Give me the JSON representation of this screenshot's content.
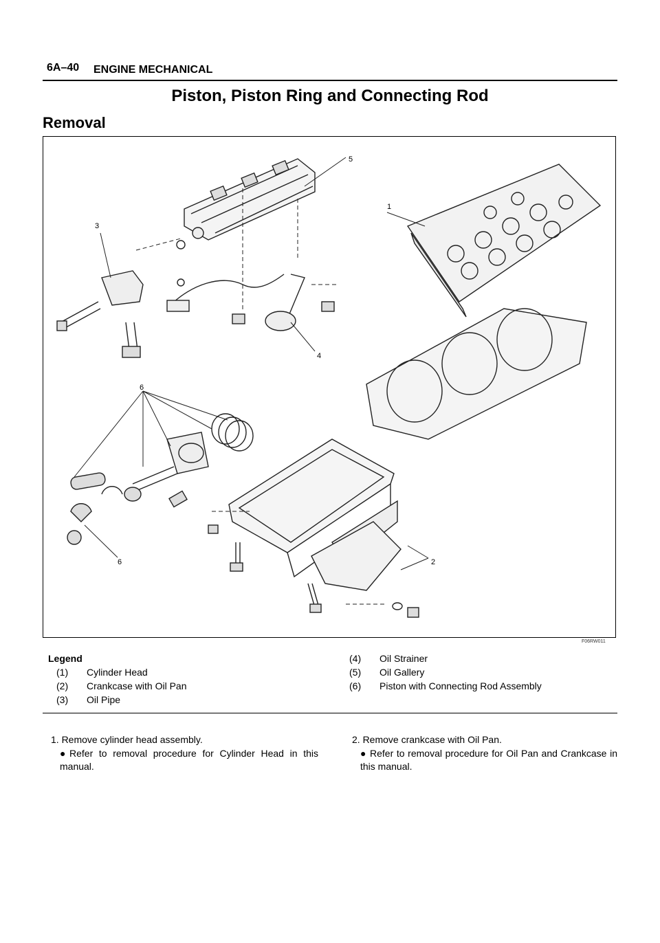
{
  "header": {
    "page_number": "6A–40",
    "section": "ENGINE MECHANICAL"
  },
  "title": "Piston, Piston Ring and Connecting Rod",
  "subtitle": "Removal",
  "figure": {
    "code": "F06RW011",
    "callouts": [
      "5",
      "1",
      "3",
      "4",
      "6",
      "6",
      "2"
    ]
  },
  "legend": {
    "heading": "Legend",
    "items": [
      {
        "num": "(1)",
        "label": "Cylinder Head"
      },
      {
        "num": "(2)",
        "label": "Crankcase with Oil Pan"
      },
      {
        "num": "(3)",
        "label": "Oil Pipe"
      },
      {
        "num": "(4)",
        "label": "Oil Strainer"
      },
      {
        "num": "(5)",
        "label": "Oil Gallery"
      },
      {
        "num": "(6)",
        "label": "Piston with Connecting Rod Assembly"
      }
    ]
  },
  "steps": [
    {
      "text": "1. Remove cylinder head assembly.",
      "bullet": "Refer to removal procedure for Cylinder Head in this manual."
    },
    {
      "text": "2. Remove crankcase with Oil Pan.",
      "bullet": "Refer to removal procedure for Oil Pan and Crankcase in this manual."
    }
  ],
  "bullet_symbol": "●"
}
